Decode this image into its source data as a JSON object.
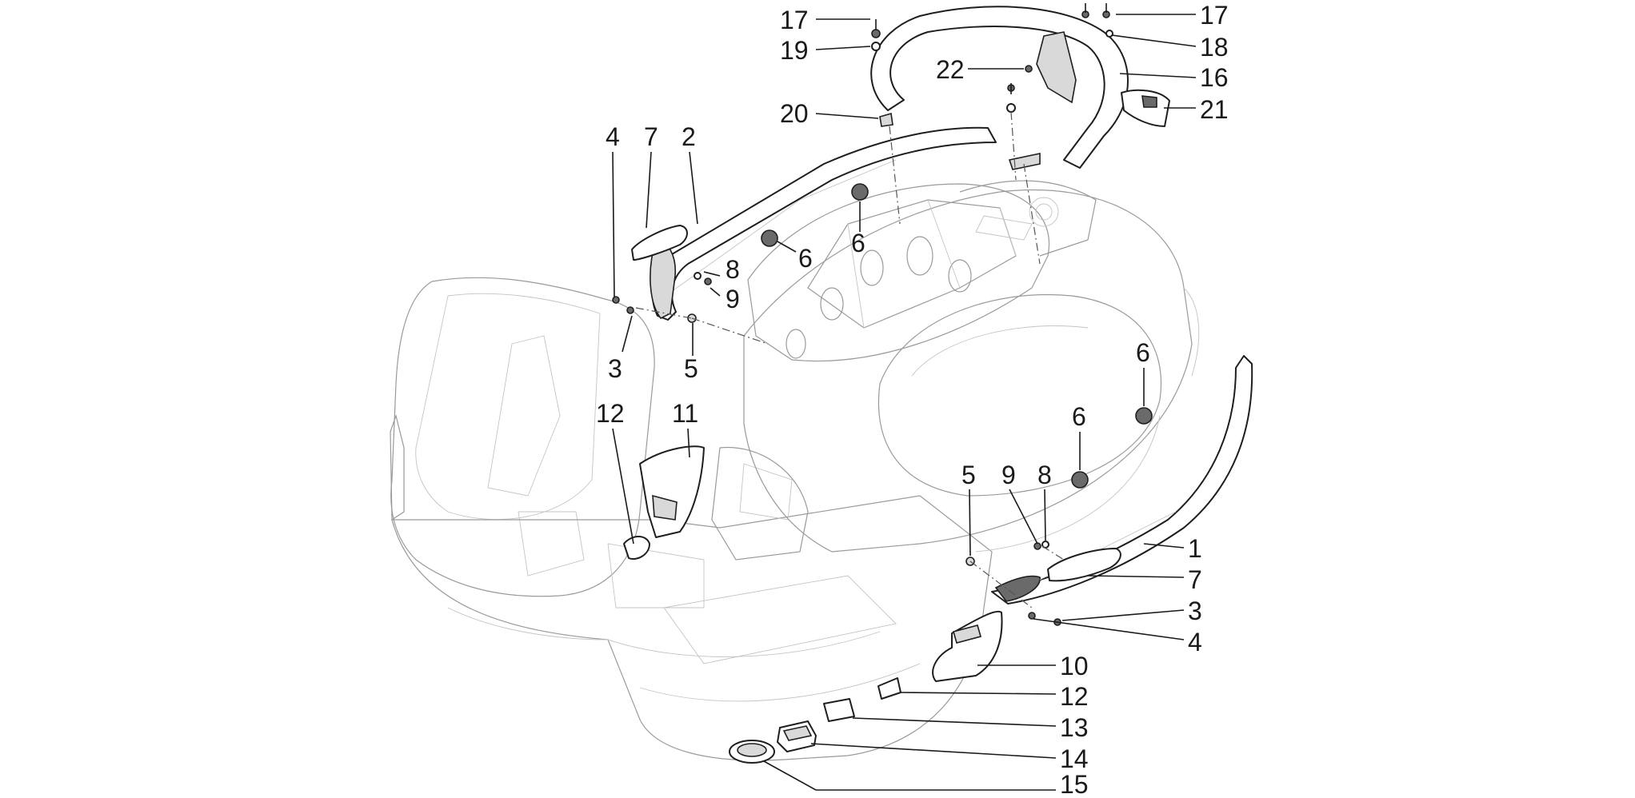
{
  "callouts": {
    "c1": "1",
    "c2": "2",
    "c3a": "3",
    "c3b": "3",
    "c4a": "4",
    "c4b": "4",
    "c5a": "5",
    "c5b": "5",
    "c6a": "6",
    "c6b": "6",
    "c6c": "6",
    "c6d": "6",
    "c7a": "7",
    "c7b": "7",
    "c8a": "8",
    "c8b": "8",
    "c9a": "9",
    "c9b": "9",
    "c10": "10",
    "c11": "11",
    "c12a": "12",
    "c12b": "12",
    "c13": "13",
    "c14": "14",
    "c15": "15",
    "c16": "16",
    "c17a": "17",
    "c17b": "17",
    "c18": "18",
    "c19": "19",
    "c20": "20",
    "c21": "21",
    "c22": "22"
  }
}
